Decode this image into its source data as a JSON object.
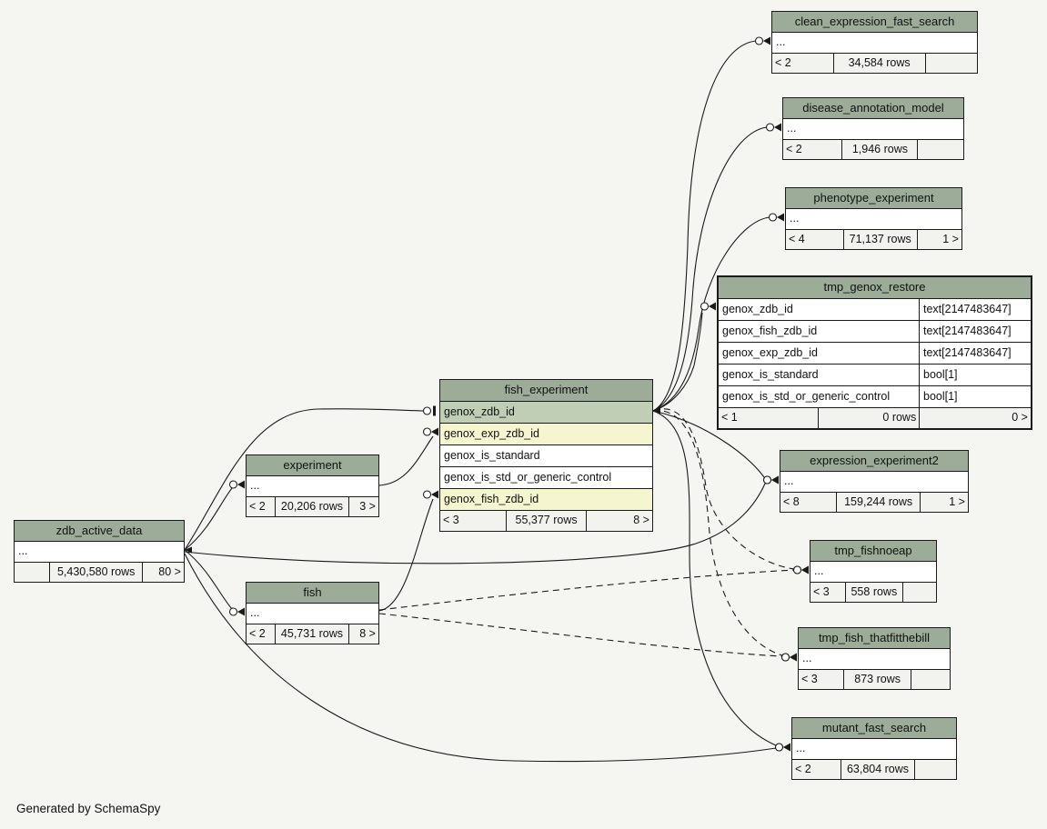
{
  "watermark": "Generated by SchemaSpy",
  "palette": {
    "header_bg": "#9cac98",
    "primary_key_bg": "#c0ceb6",
    "foreign_key_bg": "#f5f6d0",
    "footer_bg": "#f2f2ee",
    "canvas_bg": "#f5f5f2",
    "line_color": "#1a1a1a"
  },
  "diagram": {
    "tables": [
      {
        "id": "clean_expression_fast_search",
        "name": "clean_expression_fast_search",
        "emphasized": false,
        "columns": [
          {
            "name": "...",
            "key": null
          }
        ],
        "footer": {
          "parents": "< 2",
          "rows": "34,584 rows",
          "children": ""
        }
      },
      {
        "id": "disease_annotation_model",
        "name": "disease_annotation_model",
        "emphasized": false,
        "columns": [
          {
            "name": "...",
            "key": null
          }
        ],
        "footer": {
          "parents": "< 2",
          "rows": "1,946 rows",
          "children": ""
        }
      },
      {
        "id": "phenotype_experiment",
        "name": "phenotype_experiment",
        "emphasized": false,
        "columns": [
          {
            "name": "...",
            "key": null
          }
        ],
        "footer": {
          "parents": "< 4",
          "rows": "71,137 rows",
          "children": "1 >"
        }
      },
      {
        "id": "tmp_genox_restore",
        "name": "tmp_genox_restore",
        "emphasized": true,
        "columns": [
          {
            "name": "genox_zdb_id",
            "type": "text[2147483647]",
            "key": null
          },
          {
            "name": "genox_fish_zdb_id",
            "type": "text[2147483647]",
            "key": null
          },
          {
            "name": "genox_exp_zdb_id",
            "type": "text[2147483647]",
            "key": null
          },
          {
            "name": "genox_is_standard",
            "type": "bool[1]",
            "key": null
          },
          {
            "name": "genox_is_std_or_generic_control",
            "type": "bool[1]",
            "key": null
          }
        ],
        "footer": {
          "parents": "< 1",
          "rows": "0 rows",
          "children": "0 >"
        }
      },
      {
        "id": "fish_experiment",
        "name": "fish_experiment",
        "emphasized": false,
        "columns": [
          {
            "name": "genox_zdb_id",
            "key": "primary"
          },
          {
            "name": "genox_exp_zdb_id",
            "key": "foreign"
          },
          {
            "name": "genox_is_standard",
            "key": null
          },
          {
            "name": "genox_is_std_or_generic_control",
            "key": null
          },
          {
            "name": "genox_fish_zdb_id",
            "key": "foreign"
          }
        ],
        "footer": {
          "parents": "< 3",
          "rows": "55,377 rows",
          "children": "8 >"
        }
      },
      {
        "id": "experiment",
        "name": "experiment",
        "emphasized": false,
        "columns": [
          {
            "name": "...",
            "key": null
          }
        ],
        "footer": {
          "parents": "< 2",
          "rows": "20,206 rows",
          "children": "3 >"
        }
      },
      {
        "id": "zdb_active_data",
        "name": "zdb_active_data",
        "emphasized": false,
        "columns": [
          {
            "name": "...",
            "key": null
          }
        ],
        "footer": {
          "parents": "",
          "rows": "5,430,580 rows",
          "children": "80 >"
        }
      },
      {
        "id": "fish",
        "name": "fish",
        "emphasized": false,
        "columns": [
          {
            "name": "...",
            "key": null
          }
        ],
        "footer": {
          "parents": "< 2",
          "rows": "45,731 rows",
          "children": "8 >"
        }
      },
      {
        "id": "expression_experiment2",
        "name": "expression_experiment2",
        "emphasized": false,
        "columns": [
          {
            "name": "...",
            "key": null
          }
        ],
        "footer": {
          "parents": "< 8",
          "rows": "159,244 rows",
          "children": "1 >"
        }
      },
      {
        "id": "tmp_fishnoeap",
        "name": "tmp_fishnoeap",
        "emphasized": false,
        "columns": [
          {
            "name": "...",
            "key": null
          }
        ],
        "footer": {
          "parents": "< 3",
          "rows": "558 rows",
          "children": ""
        }
      },
      {
        "id": "tmp_fish_thatfitthebill",
        "name": "tmp_fish_thatfitthebill",
        "emphasized": false,
        "columns": [
          {
            "name": "...",
            "key": null
          }
        ],
        "footer": {
          "parents": "< 3",
          "rows": "873 rows",
          "children": ""
        }
      },
      {
        "id": "mutant_fast_search",
        "name": "mutant_fast_search",
        "emphasized": false,
        "columns": [
          {
            "name": "...",
            "key": null
          }
        ],
        "footer": {
          "parents": "< 2",
          "rows": "63,804 rows",
          "children": ""
        }
      }
    ],
    "relationships": [
      {
        "from": "fish_experiment.genox_zdb_id",
        "to": "clean_expression_fast_search",
        "style": "solid"
      },
      {
        "from": "fish_experiment.genox_zdb_id",
        "to": "disease_annotation_model",
        "style": "solid"
      },
      {
        "from": "fish_experiment.genox_zdb_id",
        "to": "phenotype_experiment",
        "style": "solid"
      },
      {
        "from": "fish_experiment.genox_zdb_id",
        "to": "tmp_genox_restore.genox_zdb_id",
        "style": "solid"
      },
      {
        "from": "fish_experiment.genox_zdb_id",
        "to": "expression_experiment2",
        "style": "solid"
      },
      {
        "from": "fish_experiment.genox_zdb_id",
        "to": "mutant_fast_search",
        "style": "solid"
      },
      {
        "from": "fish_experiment.genox_zdb_id",
        "to": "tmp_fishnoeap",
        "style": "dashed"
      },
      {
        "from": "fish_experiment.genox_zdb_id",
        "to": "tmp_fish_thatfitthebill",
        "style": "dashed"
      },
      {
        "from": "zdb_active_data",
        "to": "fish_experiment.genox_zdb_id",
        "style": "solid"
      },
      {
        "from": "zdb_active_data",
        "to": "experiment",
        "style": "solid"
      },
      {
        "from": "zdb_active_data",
        "to": "fish",
        "style": "solid"
      },
      {
        "from": "zdb_active_data",
        "to": "expression_experiment2",
        "style": "solid"
      },
      {
        "from": "zdb_active_data",
        "to": "mutant_fast_search",
        "style": "solid"
      },
      {
        "from": "fish",
        "to": "fish_experiment.genox_fish_zdb_id",
        "style": "solid"
      },
      {
        "from": "experiment",
        "to": "fish_experiment.genox_exp_zdb_id",
        "style": "solid"
      },
      {
        "from": "fish",
        "to": "tmp_fishnoeap",
        "style": "dashed"
      },
      {
        "from": "fish",
        "to": "tmp_fish_thatfitthebill",
        "style": "dashed"
      }
    ]
  }
}
